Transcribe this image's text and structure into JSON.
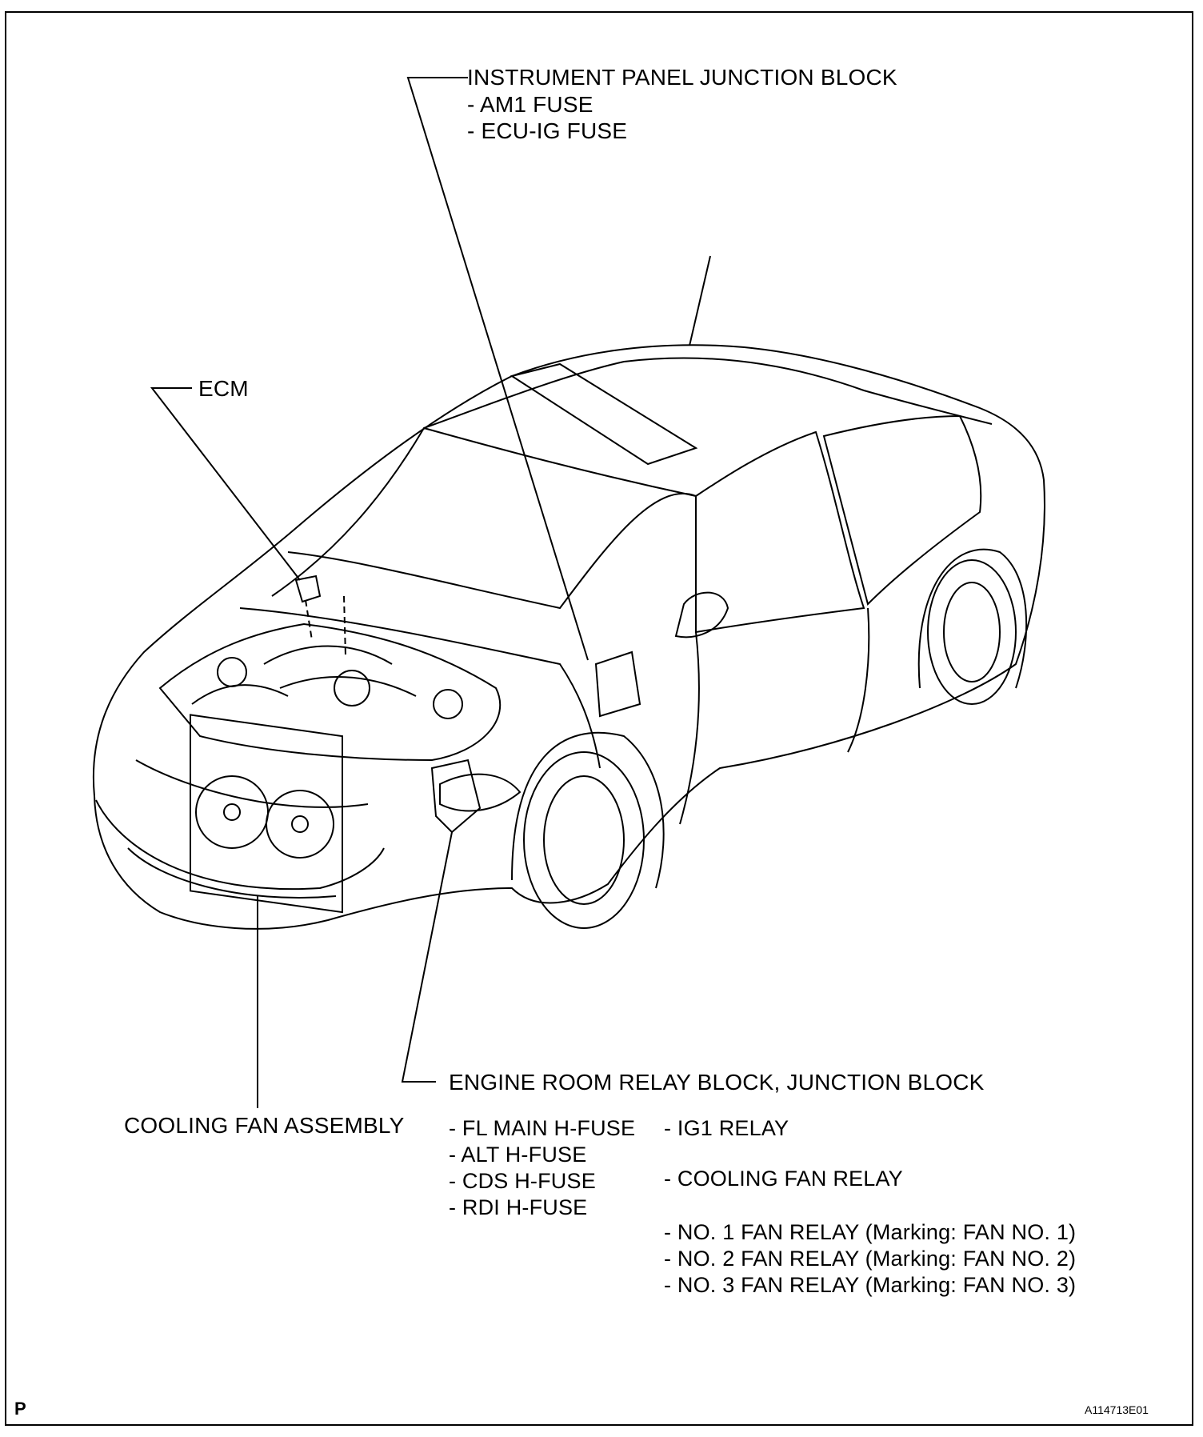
{
  "labels": {
    "ipjb_title": "INSTRUMENT PANEL JUNCTION BLOCK",
    "ipjb_items": [
      "- AM1 FUSE",
      "- ECU-IG FUSE"
    ],
    "ecm": "ECM",
    "erb_title": "ENGINE ROOM RELAY BLOCK, JUNCTION BLOCK",
    "cooling_fan_assembly": "COOLING FAN ASSEMBLY",
    "fuse_items": [
      "- FL MAIN H-FUSE",
      "- ALT H-FUSE",
      "- CDS H-FUSE",
      "- RDI H-FUSE"
    ],
    "ig1_relay": "- IG1 RELAY",
    "cooling_fan_relay": "- COOLING FAN RELAY",
    "fan_relays": [
      "- NO. 1 FAN RELAY (Marking: FAN NO. 1)",
      "- NO. 2 FAN RELAY (Marking: FAN NO. 2)",
      "- NO. 3 FAN RELAY (Marking: FAN NO. 3)"
    ]
  },
  "footer": {
    "corner_mark": "P",
    "figure_code": "A114713E01"
  }
}
